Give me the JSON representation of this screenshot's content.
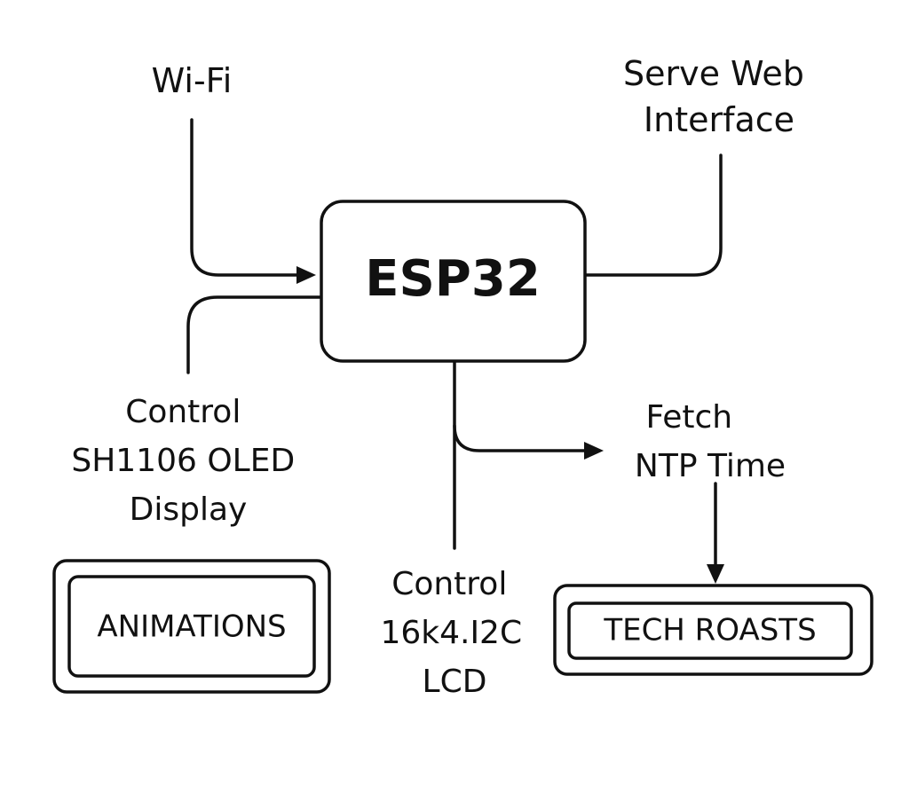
{
  "nodes": {
    "esp32": "ESP32",
    "wifi": "Wi-Fi",
    "serve_web": [
      "Serve Web",
      "Interface"
    ],
    "oled": [
      "Control",
      "SH1106 OLED",
      "Display"
    ],
    "ntp": [
      "Fetch",
      "NTP Time"
    ],
    "lcd": [
      "Control",
      "16k4.I2C",
      "LCD"
    ],
    "animations": "ANIMATIONS",
    "tech_roasts": "TECH ROASTS"
  },
  "colors": {
    "stroke": "#111111",
    "background": "#ffffff"
  }
}
